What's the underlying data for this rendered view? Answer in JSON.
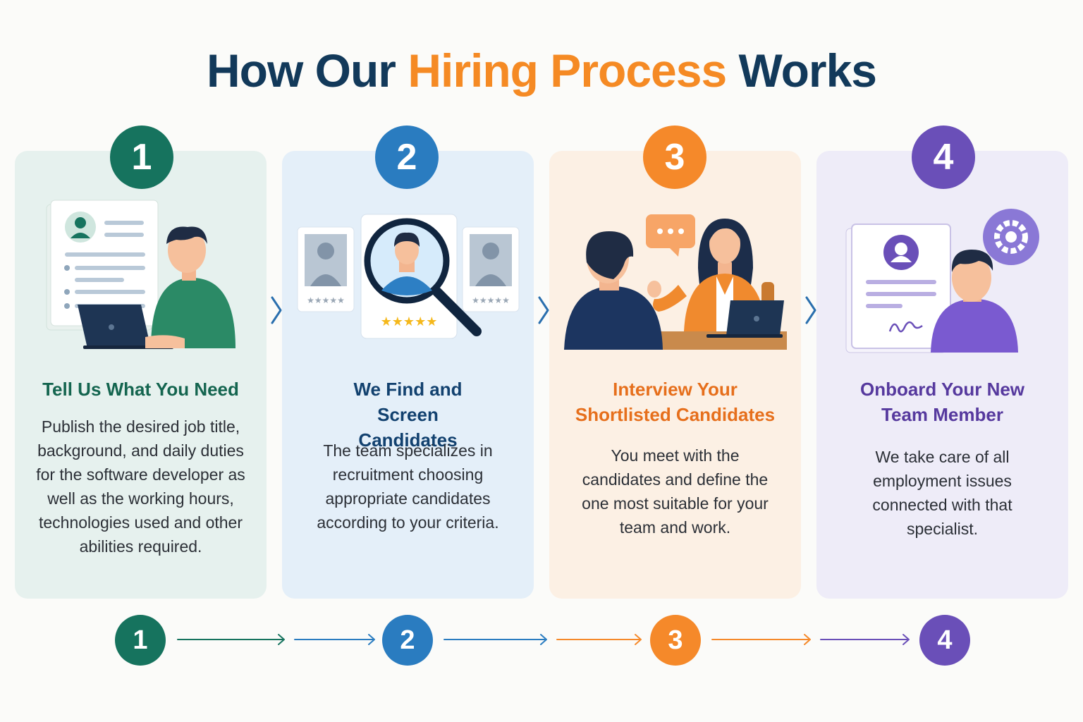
{
  "title": {
    "part1": "How Our",
    "highlight": "Hiring Process",
    "part2": "Works"
  },
  "colors": {
    "navy": "#12395a",
    "orange": "#f58a24",
    "teal": "#16735e",
    "blue": "#2a7cc0",
    "purple": "#6a4fb8"
  },
  "steps": [
    {
      "number": "1",
      "title": "Tell Us What You Need",
      "description": "Publish the desired job title, background, and daily duties for the software developer as well as the working hours, technologies used and other abilities required.",
      "icon": "job-posting-laptop-icon"
    },
    {
      "number": "2",
      "title": "We Find and Screen Candidates",
      "description": "The team specializes in recruitment choosing appropriate candidates according to your criteria.",
      "icon": "magnifier-candidate-icon"
    },
    {
      "number": "3",
      "title": "Interview Your Shortlisted Candidates",
      "description": "You meet with the candidates and define the one most suitable for your team and work.",
      "icon": "interview-icon"
    },
    {
      "number": "4",
      "title": "Onboard Your New Team Member",
      "description": "We take care of all employment issues connected with that specialist.",
      "icon": "onboarding-contract-icon"
    }
  ]
}
